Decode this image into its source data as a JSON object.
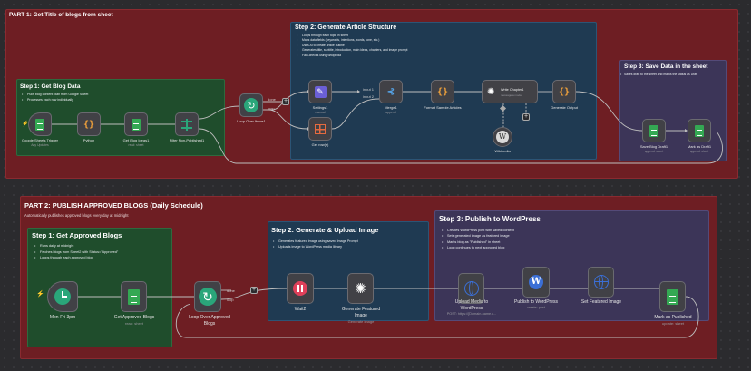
{
  "part1": {
    "title": "PART 1: Get Title of blogs from sheet",
    "step1": {
      "title": "Step 1: Get Blog Data",
      "bullets": [
        "Pulls blog content plan from Google Sheet",
        "Processes each row individually"
      ]
    },
    "step2": {
      "title": "Step 2: Generate Article Structure",
      "bullets": [
        "Loops through each topic in sheet",
        "Maps data fields (keywords, intentions, words, tone, etc.)",
        "Uses AI to create article outline",
        "Generates title, subtitle, introduction, main ideas, chapters, and image prompt",
        "Fact-checks using Wikipedia"
      ]
    },
    "step3": {
      "title": "Step 3: Save Data in the sheet",
      "bullets": [
        "Saves draft to the sheet and marks the status as Draft"
      ]
    },
    "nodes": {
      "sheets_trigger": {
        "label": "Google Sheets Trigger",
        "sub": "Any Updates"
      },
      "python": {
        "label": "Python"
      },
      "get_blog_ideas": {
        "label": "Get Blog Ideas1",
        "sub": "read: sheet"
      },
      "filter": {
        "label": "Filter Non-Published1"
      },
      "loop": {
        "label": "Loop Over Items1"
      },
      "settings": {
        "label": "Settings1",
        "sub": "manual"
      },
      "get_row": {
        "label": "Get row(s)"
      },
      "merge": {
        "label": "Merge1",
        "sub": "append"
      },
      "format_sample": {
        "label": "Format Sample Articles"
      },
      "write_chapters": {
        "label": "Write Chapter1",
        "sub": "message a model"
      },
      "wikipedia": {
        "label": "Wikipedia"
      },
      "generate_output": {
        "label": "Generate Output"
      },
      "save_draft": {
        "label": "Save Blog Draft1",
        "sub": "append: sheet"
      },
      "mark_draft": {
        "label": "Mark as Draft1",
        "sub": "append: sheet"
      }
    },
    "edge_labels": {
      "loop_done": "done",
      "loop_loop": "loop",
      "input1": "input 1",
      "input2": "input 2"
    }
  },
  "part2": {
    "title": "PART 2: PUBLISH APPROVED BLOGS (Daily Schedule)",
    "desc": "Automatically publishes approved blogs every day at midnight",
    "step1": {
      "title": "Step 1: Get Approved Blogs",
      "bullets": [
        "Runs daily at midnight",
        "Fetches blogs from Sheet2 with Status=\"Approved\"",
        "Loops through each approved blog"
      ]
    },
    "step2": {
      "title": "Step 2: Generate & Upload Image",
      "bullets": [
        "Generates featured image using saved Image Prompt",
        "Uploads image to WordPress media library"
      ]
    },
    "step3": {
      "title": "Step 3: Publish to WordPress",
      "bullets": [
        "Creates WordPress post with saved content",
        "Sets generated image as featured image",
        "Marks blog as \"Published\" in sheet",
        "Loop continues to next approved blog"
      ]
    },
    "nodes": {
      "schedule": {
        "label": "Mon-Fri 3pm"
      },
      "get_approved": {
        "label": "Get Approved Blogs",
        "sub": "read: sheet"
      },
      "loop": {
        "label": "Loop Over Approved",
        "label2": "Blogs"
      },
      "wait": {
        "label": "Wait2"
      },
      "gen_image": {
        "label": "Generate Featured",
        "label2": "Image",
        "sub": "Generate image"
      },
      "upload_media": {
        "label": "Upload Media to",
        "label2": "WordPress",
        "sub": "POST: https://[Domain-name.c..."
      },
      "publish": {
        "label": "Publish to WordPress",
        "sub": "create: post"
      },
      "set_featured": {
        "label": "Set Featured Image"
      },
      "mark_published": {
        "label": "Mark as Published",
        "sub": "update: sheet"
      }
    },
    "edge_labels": {
      "done": "done",
      "loop": "loop"
    }
  },
  "colors": {
    "part_bg": "#6e1e23",
    "green_note": "#1f4d2c",
    "blue_note": "#1f3a52",
    "purple_note": "#3c3558",
    "sheets": "#34a853",
    "code": "#f3a33b",
    "loop": "#2aa67a",
    "wait": "#e0405a",
    "wordpress": "#3b6fd6"
  }
}
